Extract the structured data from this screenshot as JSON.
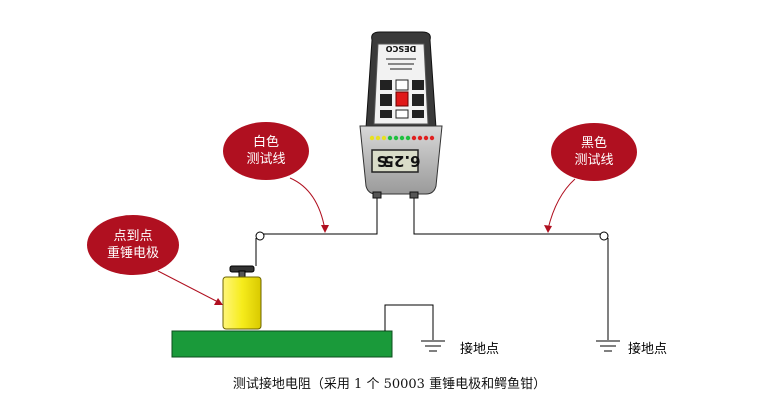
{
  "bubbles": {
    "white_lead": {
      "line1": "白色",
      "line2": "测试线"
    },
    "black_lead": {
      "line1": "黑色",
      "line2": "测试线"
    },
    "electrode": {
      "line1": "点到点",
      "line2": "重锤电极"
    }
  },
  "ground_points": {
    "left": "接地点",
    "right": "接地点"
  },
  "meter": {
    "brand": "DESCO",
    "reading": "6.25",
    "range_indicator": "S"
  },
  "caption": "测试接地电阻（采用 1 个 50003 重锤电极和鳄鱼钳）",
  "colors": {
    "bubble_red": "#b01020",
    "mat_green": "#1a9a3a",
    "electrode_yellow": "#f6ec1c",
    "wire": "#000000"
  }
}
